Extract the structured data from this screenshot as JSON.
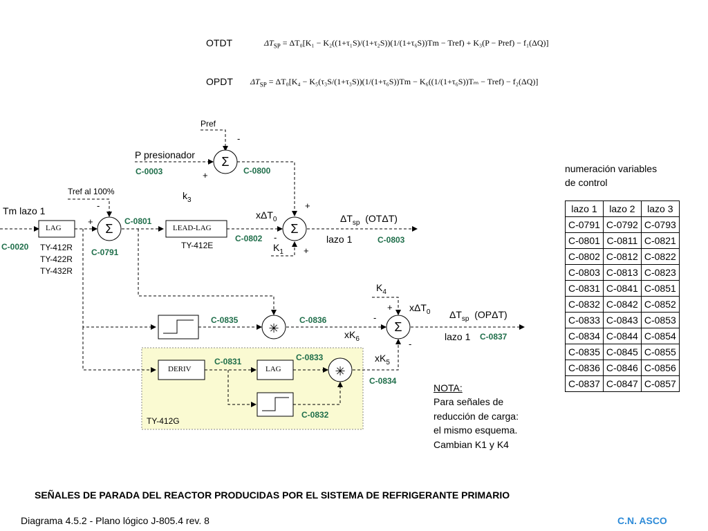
{
  "formulas": {
    "otdt_label": "OTDT",
    "opdt_label": "OPDT",
    "otdt_lhs": "ΔT",
    "otdt_rhs": "= ΔT₀[K₁ − K₂((1+τ₁S)/(1+τ₂S))(1/(1+τ₆S))Tm − Tref) + K₃(P − Pref) − f₁(ΔQ)]",
    "opdt_rhs": "= ΔT₀[K₄ − K₅(τ₃S/(1+τ₃S))(1/(1+τ₆S))Tm − K₆((1/(1+τ₆S))Tₘ − Tref) − f₂(ΔQ)]"
  },
  "diagram": {
    "pref": "Pref",
    "p_presionador": "P presionador",
    "tref": "Tref al 100%",
    "tm_lazo1": "Tm lazo 1",
    "k3": "k",
    "k3_sub": "3",
    "k1": "K",
    "k1_sub": "1",
    "k4": "K",
    "k4_sub": "4",
    "xk6": "xK",
    "xk6_sub": "6",
    "xk5": "xK",
    "xk5_sub": "5",
    "xdt0_a": "xΔT",
    "xdt0_b": "xΔT",
    "sub0": "0",
    "dtsp_ot": "ΔT",
    "sp": "sp",
    "ot_paren": "(OTΔT)",
    "op_paren": "(OPΔT)",
    "lazo1_a": "lazo 1",
    "lazo1_b": "lazo 1",
    "lag": "LAG",
    "leadlag": "LEAD-LAG",
    "deriv": "DERIV",
    "lag2": "LAG",
    "ty412r": "TY-412R",
    "ty422r": "TY-422R",
    "ty432r": "TY-432R",
    "ty412e": "TY-412E",
    "ty412g": "TY-412G",
    "plus": "+",
    "minus": "-",
    "codes": {
      "c0003": "C-0003",
      "c0800": "C-0800",
      "c0020": "C-0020",
      "c0791": "C-0791",
      "c0801": "C-0801",
      "c0802": "C-0802",
      "c0803": "C-0803",
      "c0835": "C-0835",
      "c0836": "C-0836",
      "c0837": "C-0837",
      "c0831": "C-0831",
      "c0833": "C-0833",
      "c0834": "C-0834",
      "c0832": "C-0832"
    }
  },
  "table_title_1": "numeración variables",
  "table_title_2": "de control",
  "table": {
    "headers": [
      "lazo 1",
      "lazo 2",
      "lazo 3"
    ],
    "rows": [
      [
        "C-0791",
        "C-0792",
        "C-0793"
      ],
      [
        "C-0801",
        "C-0811",
        "C-0821"
      ],
      [
        "C-0802",
        "C-0812",
        "C-0822"
      ],
      [
        "C-0803",
        "C-0813",
        "C-0823"
      ],
      [
        "C-0831",
        "C-0841",
        "C-0851"
      ],
      [
        "C-0832",
        "C-0842",
        "C-0852"
      ],
      [
        "C-0833",
        "C-0843",
        "C-0853"
      ],
      [
        "C-0834",
        "C-0844",
        "C-0854"
      ],
      [
        "C-0835",
        "C-0845",
        "C-0855"
      ],
      [
        "C-0836",
        "C-0846",
        "C-0856"
      ],
      [
        "C-0837",
        "C-0847",
        "C-0857"
      ]
    ]
  },
  "nota": {
    "title": "NOTA:",
    "l1": "Para señales de",
    "l2": "reducción de carga:",
    "l3": "el mismo esquema.",
    "l4": "Cambian  K1 y  K4"
  },
  "footer_title": "SEÑALES DE PARADA DEL REACTOR PRODUCIDAS POR EL SISTEMA DE REFRIGERANTE PRIMARIO",
  "footer_left": "Diagrama 4.5.2 - Plano lógico J-805.4 rev. 8",
  "footer_right": "C.N. ASCO",
  "colors": {
    "code_green": "#1f6e4a",
    "brand_blue": "#2e8bd8",
    "highlight": "#fafad2"
  }
}
